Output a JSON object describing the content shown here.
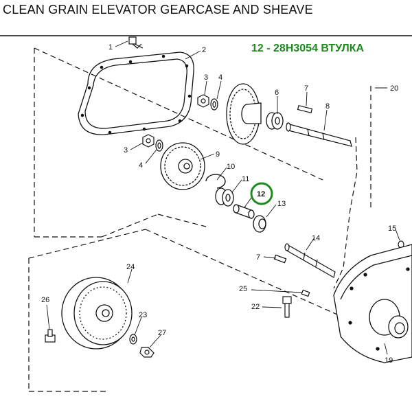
{
  "header": {
    "title": "CLEAN GRAIN ELEVATOR GEARCASE AND SHEAVE",
    "part_note": "12 - 28H3054 ВТУЛКА"
  },
  "colors": {
    "accent": "#1e8a1e",
    "ink": "#111111"
  },
  "callouts": {
    "c1": "1",
    "c2": "2",
    "c3a": "3",
    "c4a": "4",
    "c6": "6",
    "c7a": "7",
    "c8": "8",
    "c20": "20",
    "c3b": "3",
    "c4b": "4",
    "c9": "9",
    "c10": "10",
    "c11": "11",
    "c12": "12",
    "c13": "13",
    "c15": "15",
    "c14": "14",
    "c7b": "7",
    "c24": "24",
    "c25": "25",
    "c22": "22",
    "c26": "26",
    "c23": "23",
    "c27": "27",
    "c19": "19"
  }
}
